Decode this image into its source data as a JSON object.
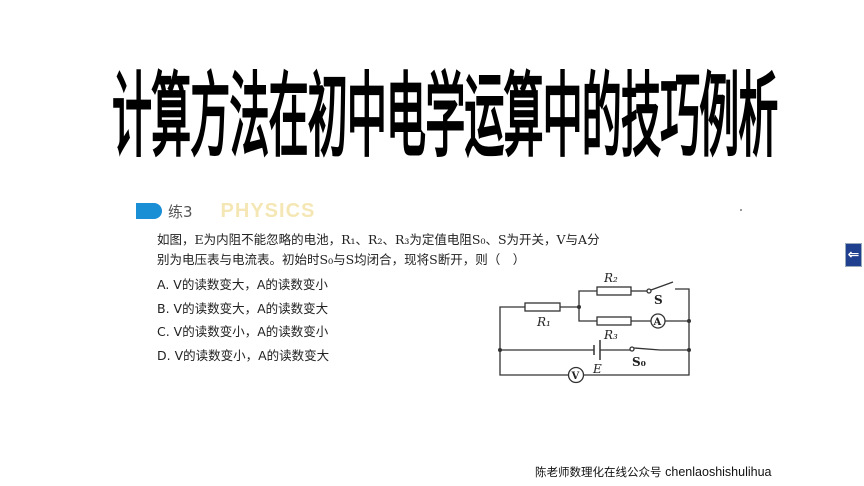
{
  "title": "计算方法在初中电学运算中的技巧例析",
  "exercise": {
    "label": "练3",
    "watermark": "PHYSICS",
    "accent_color": "#1a8fd6"
  },
  "question": {
    "line1": "如图，E为内阻不能忽略的电池，R₁、R₂、R₃为定值电阻S₀、S为开关，V与A分",
    "line2": "别为电压表与电流表。初始时S₀与S均闭合，现将S断开，则（　）"
  },
  "options": [
    "A. V的读数变大，A的读数变小",
    "B. V的读数变大，A的读数变大",
    "C. V的读数变小，A的读数变小",
    "D. V的读数变小，A的读数变大"
  ],
  "circuit": {
    "R1": "R₁",
    "R2": "R₂",
    "R3": "R₃",
    "S": "S",
    "S0": "S₀",
    "E": "E",
    "ammeter": "A",
    "voltmeter": "V"
  },
  "footer": {
    "cn": "陈老师数理化在线公众号 ",
    "latin": "chenlaoshishulihua"
  },
  "nav": {
    "back_icon": "arrow-left-icon",
    "back_glyph": "⇐"
  }
}
